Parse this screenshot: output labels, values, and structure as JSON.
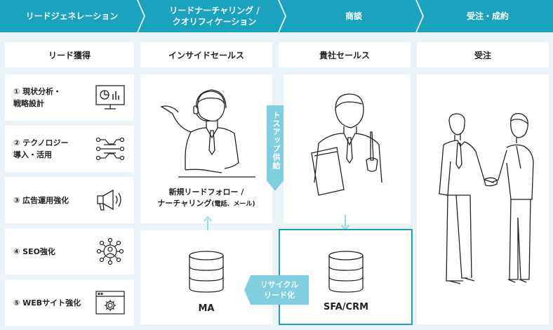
{
  "stages": [
    {
      "line1": "リードジェネレーション",
      "line2": ""
    },
    {
      "line1": "リードナーチャリング /",
      "line2": "クオリフィケーション"
    },
    {
      "line1": "商談",
      "line2": ""
    },
    {
      "line1": "受注・成約",
      "line2": ""
    }
  ],
  "columns": [
    "リード獲得",
    "インサイドセールス",
    "貴社セールス",
    "受注"
  ],
  "lead_items": [
    {
      "line1": "① 現状分析・",
      "line2": "戦略設計",
      "icon": "monitor-chart-icon"
    },
    {
      "line1": "② テクノロジー",
      "line2": "導入・活用",
      "icon": "circuit-icon"
    },
    {
      "line1": "③ 広告運用強化",
      "line2": "",
      "icon": "megaphone-icon"
    },
    {
      "line1": "④ SEO強化",
      "line2": "",
      "icon": "network-person-icon"
    },
    {
      "line1": "⑤ WEBサイト強化",
      "line2": "",
      "icon": "browser-gear-icon"
    }
  ],
  "inside_sales": {
    "line1": "新規リードフォロー /",
    "line2_main": "ナーチャリング",
    "line2_small": "(電話、メール)"
  },
  "toss_up": "トスアップ供給",
  "recycle": {
    "line1": "リサイクル",
    "line2": "リード化"
  },
  "ma_label": "MA",
  "sfa_label": "SFA/CRM",
  "colors": {
    "accent": "#1aa3bf",
    "background": "#eaf3f8",
    "arrow": "#7fcfe0"
  }
}
